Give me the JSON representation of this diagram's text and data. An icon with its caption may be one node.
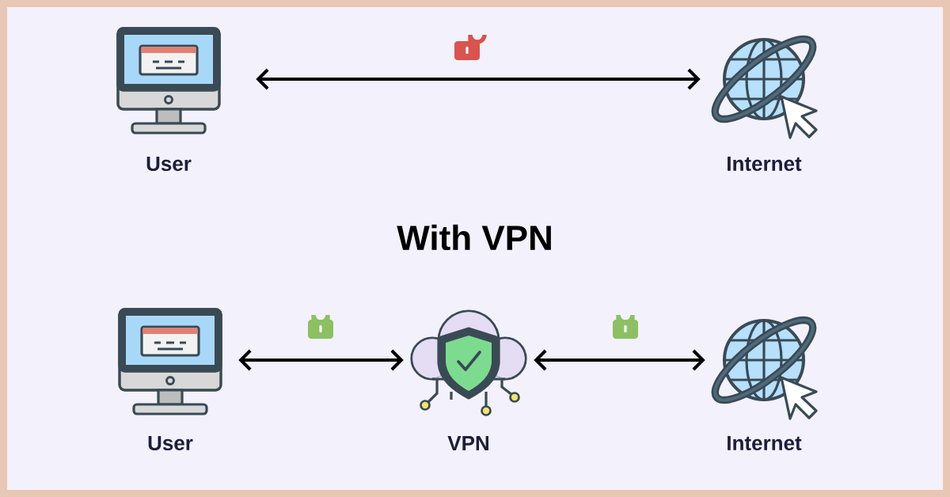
{
  "diagram": {
    "title": "With VPN",
    "nodes": [
      {
        "text": [
          "User"
        ]
      },
      {
        "text": [
          "Internet"
        ]
      },
      {
        "text": [
          "User"
        ]
      },
      {
        "text": [
          "VPN"
        ]
      },
      {
        "text": [
          "Internet"
        ]
      }
    ],
    "edges": [
      {
        "from": 0,
        "to": 1,
        "arrow": "both"
      },
      {
        "from": 2,
        "to": 3,
        "arrow": "both"
      },
      {
        "from": 3,
        "to": 4,
        "arrow": "both"
      }
    ]
  }
}
